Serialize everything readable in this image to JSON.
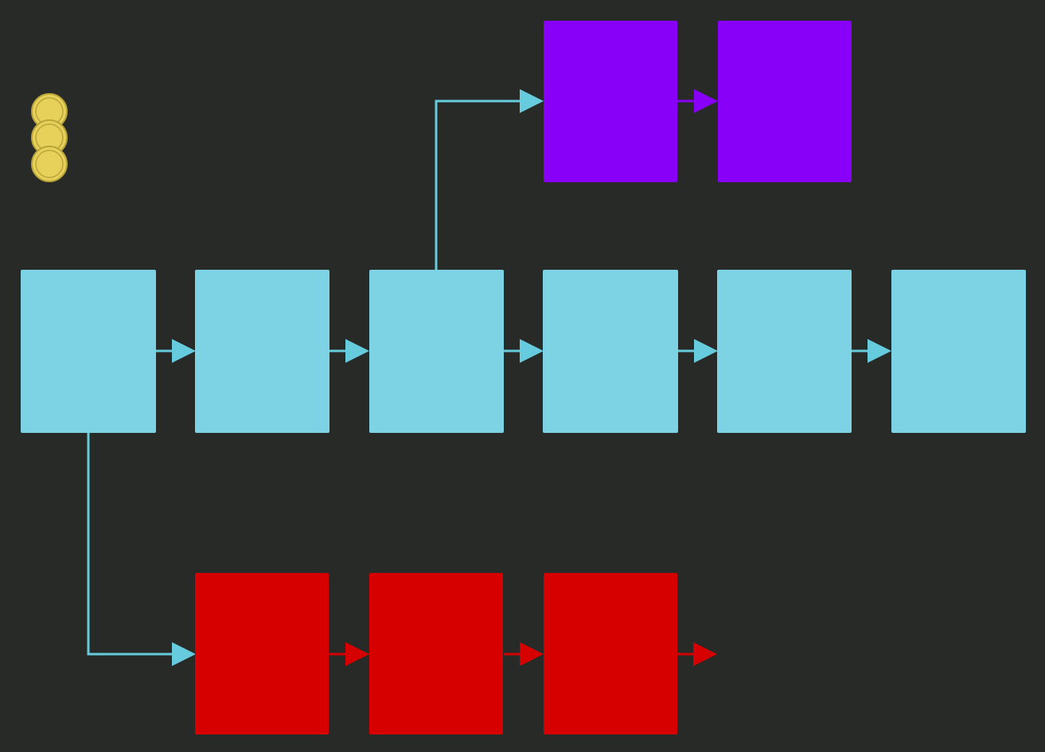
{
  "colors": {
    "background": "#272a27",
    "main_branch": "#7dd2e4",
    "connector": "#66ccdd",
    "top_branch": "#8800f8",
    "bottom_branch": "#d60000",
    "bottom_arrow": "#e60000",
    "coin_fill": "#e7d15a",
    "coin_stroke": "#b9a53a"
  },
  "coin_stack": {
    "icon": "coin-stack-icon",
    "count": 3
  },
  "branches": {
    "main": {
      "name": "main-branch",
      "node_count": 6
    },
    "top": {
      "name": "top-branch",
      "node_count": 2
    },
    "bottom": {
      "name": "bottom-branch",
      "node_count": 3
    }
  }
}
